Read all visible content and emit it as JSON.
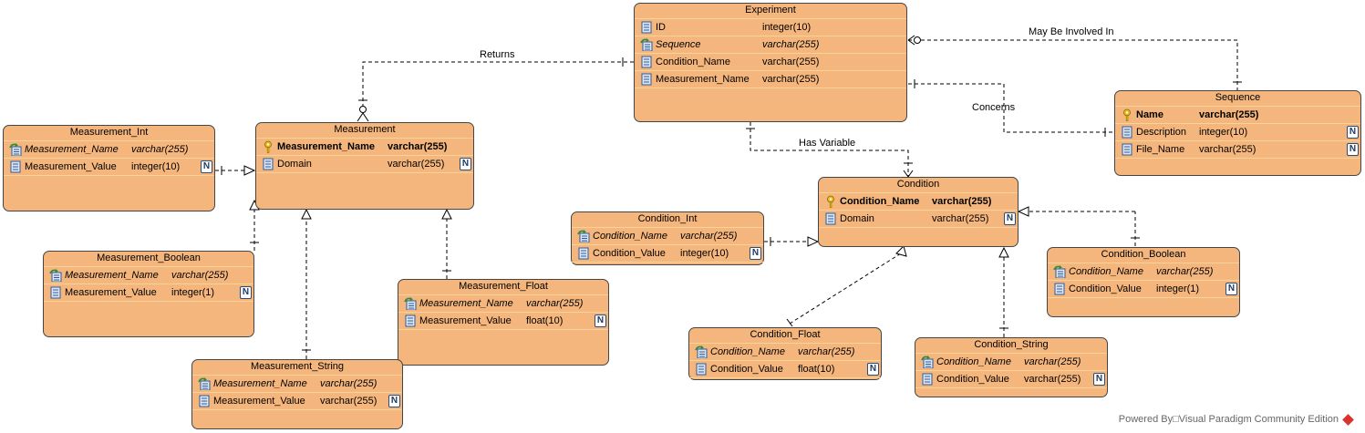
{
  "entities": {
    "experiment": {
      "title": "Experiment",
      "columns": [
        {
          "name": "ID",
          "type": "integer(10)",
          "key": "none",
          "nullable": false
        },
        {
          "name": "Sequence",
          "type": "varchar(255)",
          "key": "fk",
          "nullable": false
        },
        {
          "name": "Condition_Name",
          "type": "varchar(255)",
          "key": "none",
          "nullable": false
        },
        {
          "name": "Measurement_Name",
          "type": "varchar(255)",
          "key": "none",
          "nullable": false
        }
      ]
    },
    "sequence": {
      "title": "Sequence",
      "columns": [
        {
          "name": "Name",
          "type": "varchar(255)",
          "key": "pk",
          "nullable": false
        },
        {
          "name": "Description",
          "type": "integer(10)",
          "key": "none",
          "nullable": true
        },
        {
          "name": "File_Name",
          "type": "varchar(255)",
          "key": "none",
          "nullable": true
        }
      ]
    },
    "measurement": {
      "title": "Measurement",
      "columns": [
        {
          "name": "Measurement_Name",
          "type": "varchar(255)",
          "key": "pk",
          "nullable": false
        },
        {
          "name": "Domain",
          "type": "varchar(255)",
          "key": "none",
          "nullable": true
        }
      ]
    },
    "measurement_int": {
      "title": "Measurement_Int",
      "columns": [
        {
          "name": "Measurement_Name",
          "type": "varchar(255)",
          "key": "fk",
          "nullable": false
        },
        {
          "name": "Measurement_Value",
          "type": "integer(10)",
          "key": "none",
          "nullable": true
        }
      ]
    },
    "measurement_boolean": {
      "title": "Measurement_Boolean",
      "columns": [
        {
          "name": "Measurement_Name",
          "type": "varchar(255)",
          "key": "fk",
          "nullable": false
        },
        {
          "name": "Measurement_Value",
          "type": "integer(1)",
          "key": "none",
          "nullable": true
        }
      ]
    },
    "measurement_float": {
      "title": "Measurement_Float",
      "columns": [
        {
          "name": "Measurement_Name",
          "type": "varchar(255)",
          "key": "fk",
          "nullable": false
        },
        {
          "name": "Measurement_Value",
          "type": "float(10)",
          "key": "none",
          "nullable": true
        }
      ]
    },
    "measurement_string": {
      "title": "Measurement_String",
      "columns": [
        {
          "name": "Measurement_Name",
          "type": "varchar(255)",
          "key": "fk",
          "nullable": false
        },
        {
          "name": "Measurement_Value",
          "type": "varchar(255)",
          "key": "none",
          "nullable": true
        }
      ]
    },
    "condition": {
      "title": "Condition",
      "columns": [
        {
          "name": "Condition_Name",
          "type": "varchar(255)",
          "key": "pk",
          "nullable": false
        },
        {
          "name": "Domain",
          "type": "varchar(255)",
          "key": "none",
          "nullable": true
        }
      ]
    },
    "condition_int": {
      "title": "Condition_Int",
      "columns": [
        {
          "name": "Condition_Name",
          "type": "varchar(255)",
          "key": "fk",
          "nullable": false
        },
        {
          "name": "Condition_Value",
          "type": "integer(10)",
          "key": "none",
          "nullable": true
        }
      ]
    },
    "condition_boolean": {
      "title": "Condition_Boolean",
      "columns": [
        {
          "name": "Condition_Name",
          "type": "varchar(255)",
          "key": "fk",
          "nullable": false
        },
        {
          "name": "Condition_Value",
          "type": "integer(1)",
          "key": "none",
          "nullable": true
        }
      ]
    },
    "condition_float": {
      "title": "Condition_Float",
      "columns": [
        {
          "name": "Condition_Name",
          "type": "varchar(255)",
          "key": "fk",
          "nullable": false
        },
        {
          "name": "Condition_Value",
          "type": "float(10)",
          "key": "none",
          "nullable": true
        }
      ]
    },
    "condition_string": {
      "title": "Condition_String",
      "columns": [
        {
          "name": "Condition_Name",
          "type": "varchar(255)",
          "key": "fk",
          "nullable": false
        },
        {
          "name": "Condition_Value",
          "type": "varchar(255)",
          "key": "none",
          "nullable": true
        }
      ]
    }
  },
  "relationships": {
    "returns": "Returns",
    "may_be_involved_in": "May Be Involved In",
    "concerns": "Concerns",
    "has_variable": "Has Variable"
  },
  "nullable_badge": "N",
  "footer": "Powered By□Visual Paradigm Community Edition",
  "colors": {
    "entity_fill": "#f4b67c",
    "entity_border": "#454545",
    "row_separator": "#f7d49a",
    "line": "#000000"
  },
  "icons": {
    "pk": "key-icon",
    "fk": "foreign-key-column-icon",
    "column": "column-icon"
  }
}
